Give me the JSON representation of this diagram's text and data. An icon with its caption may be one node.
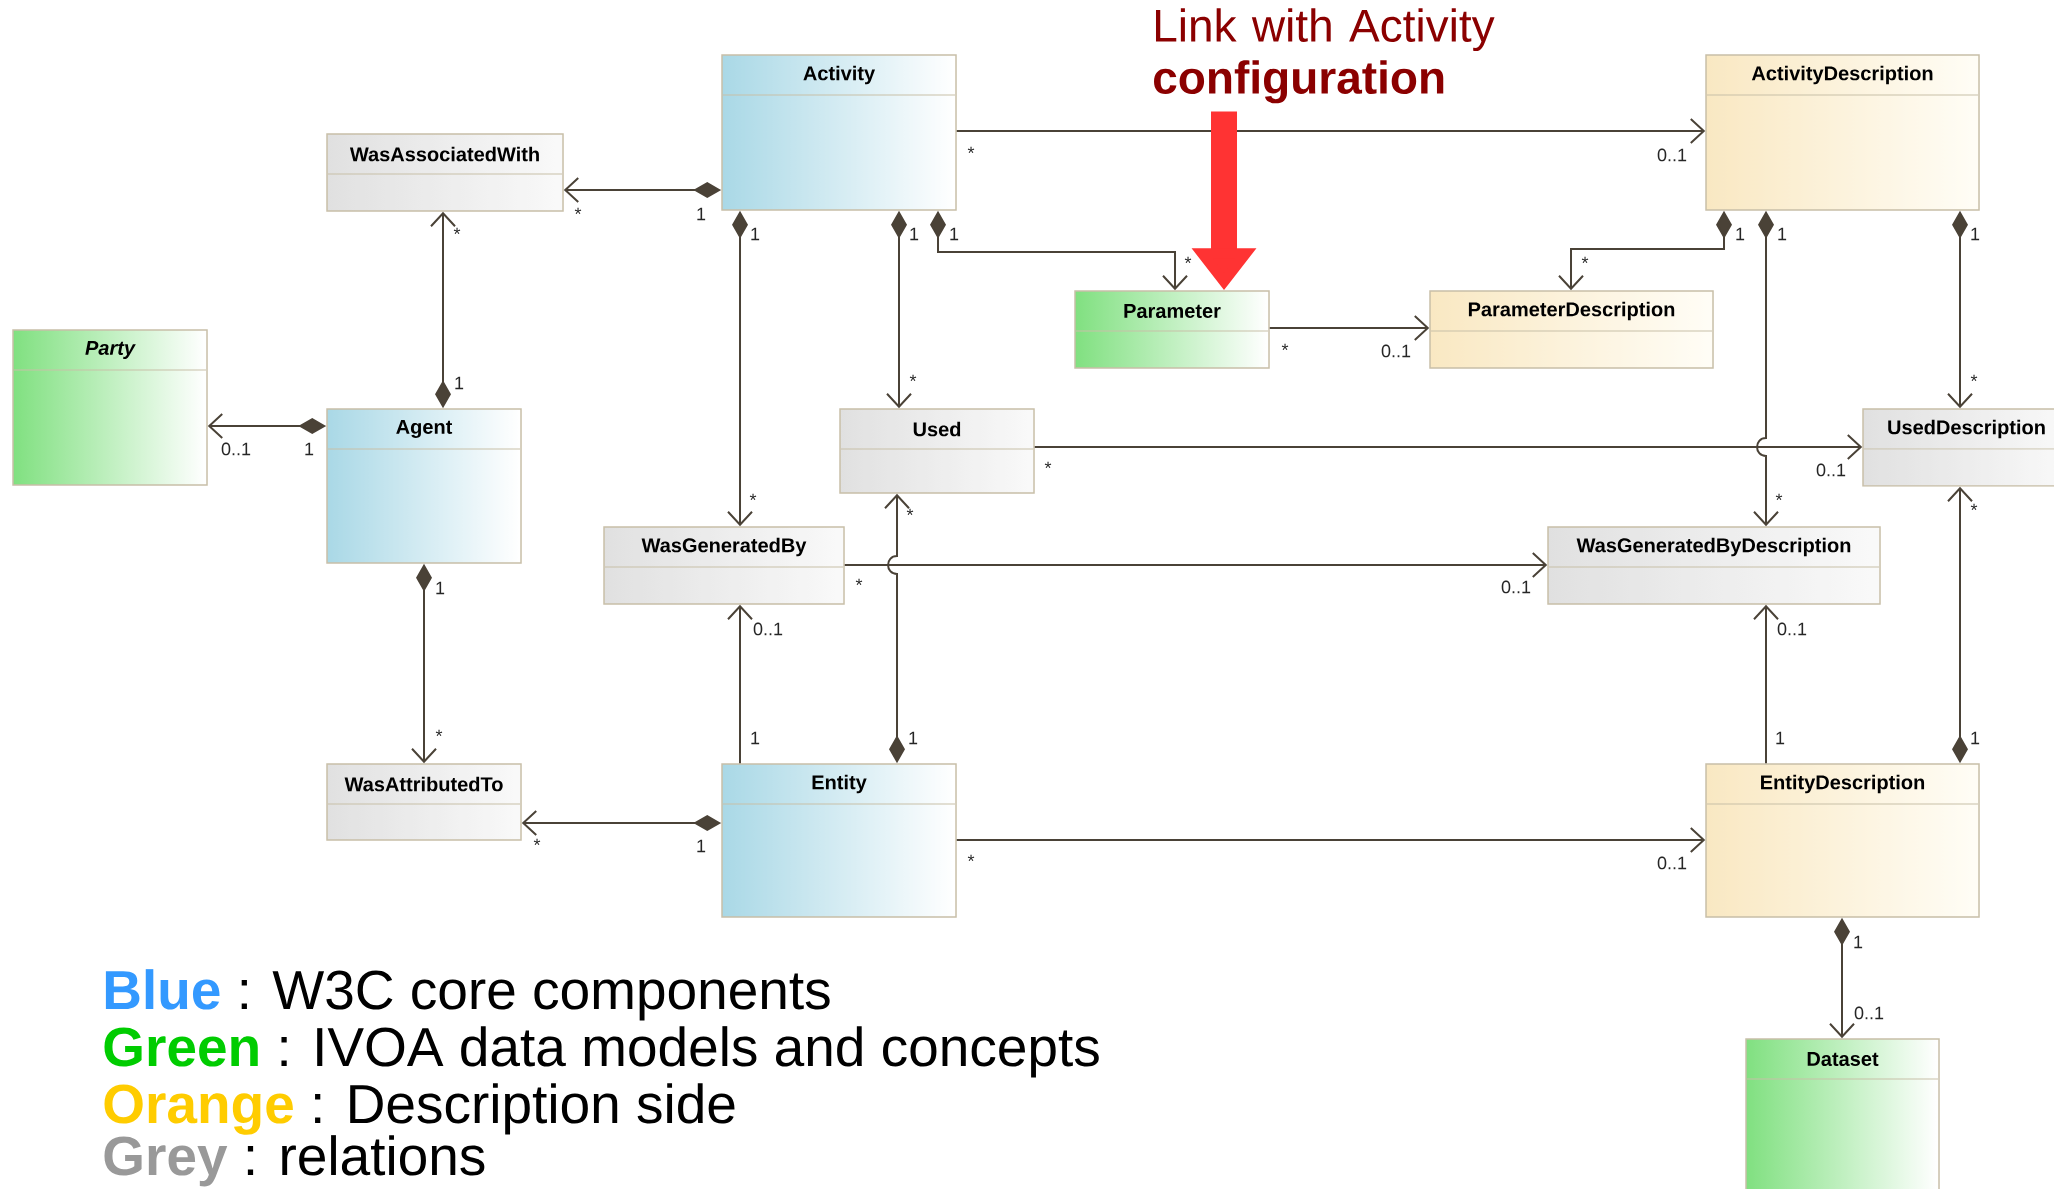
{
  "diagram": {
    "nodes": [
      {
        "text": [
          "Activity"
        ]
      },
      {
        "text": [
          "ActivityDescription"
        ]
      },
      {
        "text": [
          "WasAssociatedWith"
        ]
      },
      {
        "text": [
          "Parameter"
        ]
      },
      {
        "text": [
          "ParameterDescription"
        ]
      },
      {
        "text": [
          "Party"
        ]
      },
      {
        "text": [
          "Agent"
        ]
      },
      {
        "text": [
          "Used"
        ]
      },
      {
        "text": [
          "UsedDescription"
        ]
      },
      {
        "text": [
          "WasGeneratedBy"
        ]
      },
      {
        "text": [
          "WasGeneratedByDescription"
        ]
      },
      {
        "text": [
          "WasAttributedTo"
        ]
      },
      {
        "text": [
          "Entity"
        ]
      },
      {
        "text": [
          "EntityDescription"
        ]
      },
      {
        "text": [
          "Dataset"
        ]
      },
      {
        "text": [
          "Link with Activity **configuration**"
        ]
      }
    ],
    "edges": [
      {
        "from": 0,
        "to": 2,
        "arrow": "to"
      },
      {
        "from": 0,
        "to": 1,
        "arrow": "to"
      },
      {
        "from": 0,
        "to": 9,
        "arrow": "to"
      },
      {
        "from": 0,
        "to": 7,
        "arrow": "to"
      },
      {
        "from": 0,
        "to": 3,
        "arrow": "to"
      },
      {
        "from": 3,
        "to": 4,
        "arrow": "to"
      },
      {
        "from": 1,
        "to": 4,
        "arrow": "to"
      },
      {
        "from": 1,
        "to": 10,
        "arrow": "to"
      },
      {
        "from": 1,
        "to": 8,
        "arrow": "to"
      },
      {
        "from": 6,
        "to": 2,
        "arrow": "to"
      },
      {
        "from": 6,
        "to": 5,
        "arrow": "to"
      },
      {
        "from": 6,
        "to": 11,
        "arrow": "to"
      },
      {
        "from": 7,
        "to": 8,
        "arrow": "to"
      },
      {
        "from": 9,
        "to": 10,
        "arrow": "to"
      },
      {
        "from": 12,
        "to": 7,
        "arrow": "to"
      },
      {
        "from": 12,
        "to": 9,
        "arrow": "to"
      },
      {
        "from": 12,
        "to": 11,
        "arrow": "to"
      },
      {
        "from": 12,
        "to": 13,
        "arrow": "to"
      },
      {
        "from": 13,
        "to": 10,
        "arrow": "to"
      },
      {
        "from": 13,
        "to": 8,
        "arrow": "to"
      },
      {
        "from": 13,
        "to": 14,
        "arrow": "to"
      },
      {
        "from": 15,
        "to": 3,
        "arrow": "to",
        "style": "thick",
        "color": "#ff3333"
      }
    ],
    "labels": [
      "*",
      "1",
      "*",
      "0..1",
      "1",
      "*",
      "1",
      "*",
      "1",
      "*",
      "*",
      "0..1",
      "1",
      "*",
      "1",
      "*",
      "1",
      "*",
      "*",
      "1",
      "0..1",
      "1",
      "1",
      "*",
      "*",
      "0..1",
      "*",
      "0..1",
      "*",
      "1",
      "0..1",
      "1",
      "*",
      "1",
      "*",
      "0..1",
      "0..1",
      "1",
      "*",
      "1",
      "1",
      "0..1"
    ],
    "legend": [
      {
        "text": "**Blue** : W3C core components",
        "color": "#3399ff"
      },
      {
        "text": "**Green** : IVOA data models and concepts",
        "color": "#00cc00"
      },
      {
        "text": "**Orange** : Description side",
        "color": "#ffcc00"
      },
      {
        "text": "**Grey** : relations",
        "color": "#999999"
      }
    ]
  }
}
